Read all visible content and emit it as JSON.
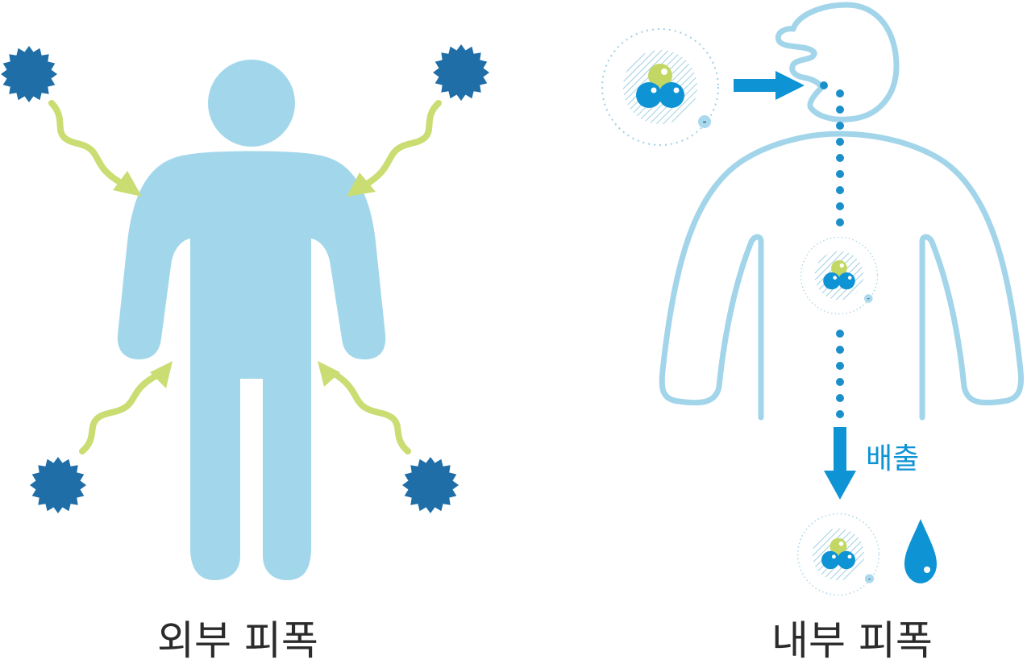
{
  "colors": {
    "body_fill": "#a2d7eb",
    "body_outline": "#a2d5ea",
    "particle": "#1f6ea8",
    "wavy_arrow": "#c9dd72",
    "atom_blue": "#0e93d4",
    "atom_green": "#c3d765",
    "arrow_blue": "#0e93d4",
    "dots": "#1b8fca",
    "caption_text": "#2b2b2b"
  },
  "external": {
    "caption": "외부 피폭",
    "particle_icon": "radioactive-particle-icon",
    "arrow_icon": "wavy-arrow-icon"
  },
  "internal": {
    "caption": "내부 피폭",
    "excretion_label": "배출",
    "charge_sign": "-",
    "atom_icon": "radioactive-atom-icon",
    "drop_icon": "water-drop-icon"
  }
}
